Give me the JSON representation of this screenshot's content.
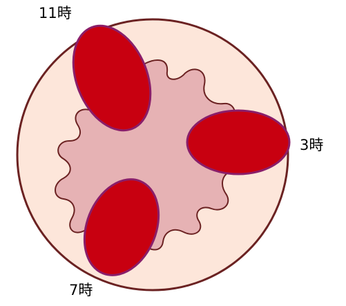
{
  "labels": {
    "eleven_oclock": "11時",
    "three_oclock": "3時",
    "seven_oclock": "7時"
  },
  "colors": {
    "outer_circle_fill": "#fde6da",
    "outer_circle_stroke": "#6b2222",
    "inner_shape_fill": "#e6b2b4",
    "inner_shape_stroke": "#6b2222",
    "lobe_fill": "#c80010",
    "lobe_stroke": "#8a1e6a"
  }
}
